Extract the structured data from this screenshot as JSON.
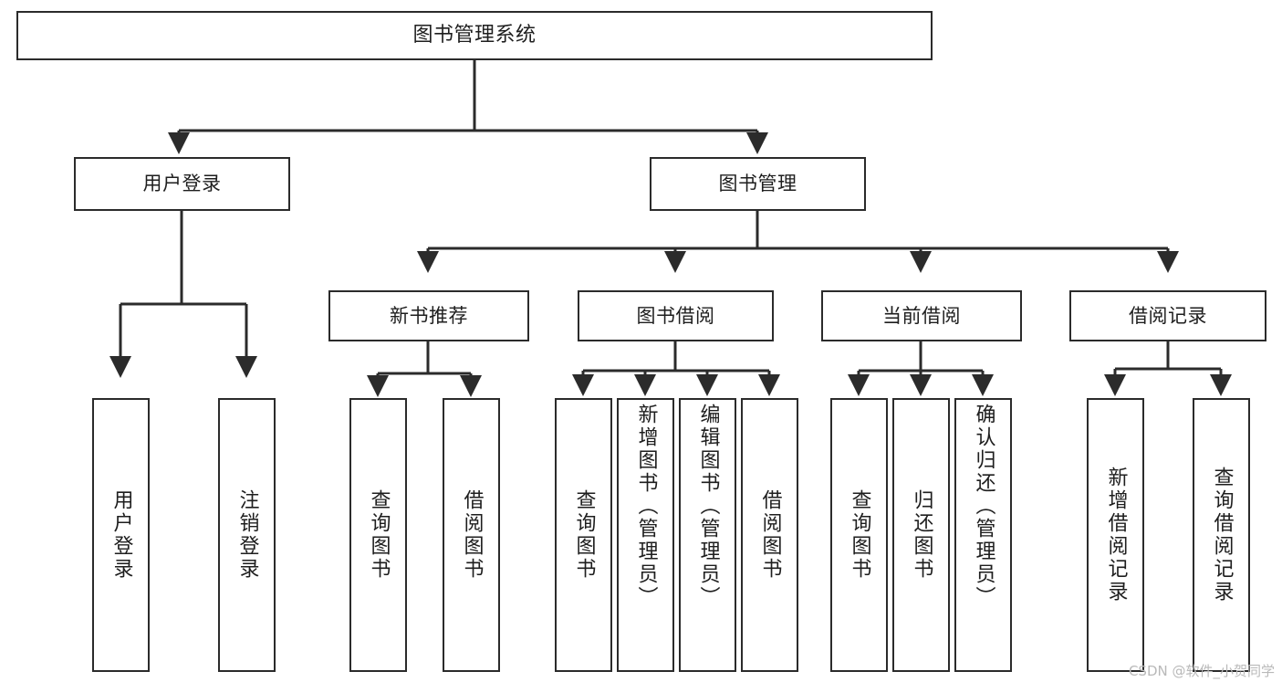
{
  "diagram": {
    "title": "图书管理系统",
    "type": "tree-hierarchy",
    "orientation": "top-down",
    "colors": {
      "stroke": "#2b2b2b",
      "fill": "#ffffff",
      "text": "#1e1e1e",
      "watermark": "#b9b9b9"
    },
    "root": {
      "label": "图书管理系统"
    },
    "level2": [
      {
        "id": "user-login",
        "label": "用户登录"
      },
      {
        "id": "book-manage",
        "label": "图书管理"
      }
    ],
    "level3": [
      {
        "id": "new-book-rec",
        "label": "新书推荐"
      },
      {
        "id": "book-borrow",
        "label": "图书借阅"
      },
      {
        "id": "current-borrow",
        "label": "当前借阅"
      },
      {
        "id": "borrow-record",
        "label": "借阅记录"
      }
    ],
    "leaves": {
      "user_login": [
        {
          "id": "leaf-user-login",
          "label": "用户登录"
        },
        {
          "id": "leaf-logout-login",
          "label": "注销登录"
        }
      ],
      "new_book_rec": [
        {
          "id": "leaf-query-book-1",
          "label": "查询图书"
        },
        {
          "id": "leaf-borrow-book-1",
          "label": "借阅图书"
        }
      ],
      "book_borrow": [
        {
          "id": "leaf-query-book-2",
          "label": "查询图书"
        },
        {
          "id": "leaf-add-book",
          "label": "新增图书（管理员）"
        },
        {
          "id": "leaf-edit-book",
          "label": "编辑图书（管理员）"
        },
        {
          "id": "leaf-borrow-book-2",
          "label": "借阅图书"
        }
      ],
      "current_borrow": [
        {
          "id": "leaf-query-book-3",
          "label": "查询图书"
        },
        {
          "id": "leaf-return-book",
          "label": "归还图书"
        },
        {
          "id": "leaf-confirm-return",
          "label": "确认归还（管理员）"
        }
      ],
      "borrow_record": [
        {
          "id": "leaf-add-record",
          "label": "新增借阅记录"
        },
        {
          "id": "leaf-query-record",
          "label": "查询借阅记录"
        }
      ]
    },
    "watermark": "CSDN @软件_小贺同学"
  }
}
